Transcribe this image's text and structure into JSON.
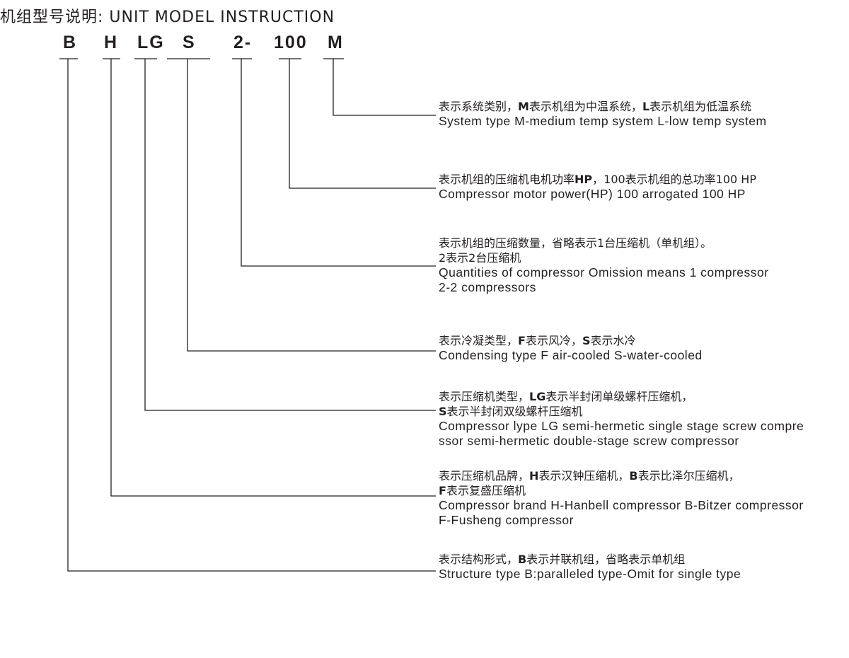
{
  "title": "机组型号说明: UNIT MODEL INSTRUCTION",
  "codes": [
    "B",
    "H",
    "LG",
    "S",
    "2-",
    "100",
    "M"
  ],
  "descriptions": [
    {
      "code": "M",
      "lines": [
        [
          {
            "t": "表示系统类别，",
            "b": false
          },
          {
            "t": "M",
            "b": true
          },
          {
            "t": "表示机组为中温系统，",
            "b": false
          },
          {
            "t": "L",
            "b": true
          },
          {
            "t": "表示机组为低温系统",
            "b": false
          }
        ],
        [
          {
            "t": "System type M-medium temp system  L-low temp system",
            "b": false,
            "en": true
          }
        ]
      ]
    },
    {
      "code": "100",
      "lines": [
        [
          {
            "t": "表示机组的压缩机电机功率",
            "b": false
          },
          {
            "t": "HP",
            "b": true
          },
          {
            "t": "，100表示机组的总功率100 HP",
            "b": false
          }
        ],
        [
          {
            "t": "Compressor motor power(HP) 100 arrogated 100 HP",
            "b": false,
            "en": true
          }
        ]
      ]
    },
    {
      "code": "2-",
      "lines": [
        [
          {
            "t": "表示机组的压缩数量，省略表示1台压缩机（单机组）。",
            "b": false
          }
        ],
        [
          {
            "t": "2表示2台压缩机",
            "b": false
          }
        ],
        [
          {
            "t": "Quantities of compressor Omission means 1 compressor",
            "b": false,
            "en": true
          }
        ],
        [
          {
            "t": "2-2 compressors",
            "b": false,
            "en": true
          }
        ]
      ]
    },
    {
      "code": "S",
      "lines": [
        [
          {
            "t": "表示冷凝类型，",
            "b": false
          },
          {
            "t": "F",
            "b": true
          },
          {
            "t": "表示风冷，",
            "b": false
          },
          {
            "t": "S",
            "b": true
          },
          {
            "t": "表示水冷",
            "b": false
          }
        ],
        [
          {
            "t": "Condensing type F air-cooled   S-water-cooled",
            "b": false,
            "en": true
          }
        ]
      ]
    },
    {
      "code": "LG",
      "lines": [
        [
          {
            "t": "表示压缩机类型，",
            "b": false
          },
          {
            "t": "LG",
            "b": true
          },
          {
            "t": "表示半封闭单级螺杆压缩机，",
            "b": false
          }
        ],
        [
          {
            "t": "S",
            "b": true
          },
          {
            "t": "表示半封闭双级螺杆压缩机",
            "b": false
          }
        ],
        [
          {
            "t": "Compressor lype LG semi-hermetic single stage screw compre",
            "b": false,
            "en": true
          }
        ],
        [
          {
            "t": "ssor semi-hermetic double-stage screw compressor",
            "b": false,
            "en": true
          }
        ]
      ]
    },
    {
      "code": "H",
      "lines": [
        [
          {
            "t": "表示压缩机品牌，",
            "b": false
          },
          {
            "t": "H",
            "b": true
          },
          {
            "t": "表示汉钟压缩机，",
            "b": false
          },
          {
            "t": "B",
            "b": true
          },
          {
            "t": "表示比泽尔压缩机，",
            "b": false
          }
        ],
        [
          {
            "t": "F",
            "b": true
          },
          {
            "t": "表示复盛压缩机",
            "b": false
          }
        ],
        [
          {
            "t": "Compressor brand H-Hanbell compressor B-Bitzer compressor",
            "b": false,
            "en": true
          }
        ],
        [
          {
            "t": "F-Fusheng compressor",
            "b": false,
            "en": true
          }
        ]
      ]
    },
    {
      "code": "B",
      "lines": [
        [
          {
            "t": "表示结构形式，",
            "b": false
          },
          {
            "t": "B",
            "b": true
          },
          {
            "t": "表示并联机组，省略表示单机组",
            "b": false
          }
        ],
        [
          {
            "t": "Structure type B:paralleled type-Omit for single type",
            "b": false,
            "en": true
          }
        ]
      ]
    }
  ]
}
